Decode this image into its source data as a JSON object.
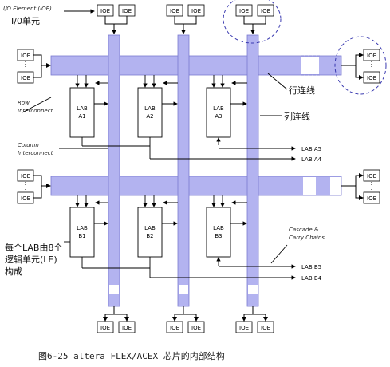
{
  "labels": {
    "io_element": "I/O Element (IOE)",
    "io_unit_cn": "I/0单元",
    "row_interconnect_1": "Row",
    "row_interconnect_2": "Interconnect",
    "column_interconnect_1": "Column",
    "column_interconnect_2": "Interconnect",
    "row_wire_cn": "行连线",
    "column_wire_cn": "列连线",
    "cascade_1": "Cascade &",
    "cascade_2": "Carry Chains",
    "lab_note_1": "每个LAB由8个",
    "lab_note_2": "逻辑单元(LE)",
    "lab_note_3": "构成",
    "ioe": "IOE"
  },
  "labs_top": [
    {
      "line1": "LAB",
      "line2": "A1"
    },
    {
      "line1": "LAB",
      "line2": "A2"
    },
    {
      "line1": "LAB",
      "line2": "A3"
    }
  ],
  "labs_bottom": [
    {
      "line1": "LAB",
      "line2": "B1"
    },
    {
      "line1": "LAB",
      "line2": "B2"
    },
    {
      "line1": "LAB",
      "line2": "B3"
    }
  ],
  "chain_outputs": [
    "LAB  A5",
    "LAB  A4",
    "LAB  B5",
    "LAB  B4"
  ],
  "caption": "图6-25 altera FLEX/ACEX 芯片的内部结构",
  "colors": {
    "interconnect": "#b3b3f0",
    "interconnect_edge": "#7a7ad0"
  }
}
